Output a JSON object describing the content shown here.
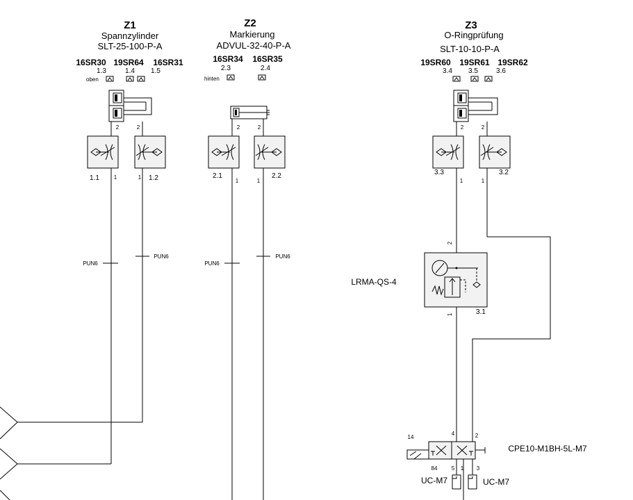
{
  "zones": [
    {
      "name": "Z1",
      "description": "Spannzylinder",
      "type": "SLT-25-100-P-A",
      "sensors": [
        {
          "tag": "16SR30",
          "pos": "1.3"
        },
        {
          "tag": "19SR64",
          "pos": "1.4"
        },
        {
          "tag": "16SR31",
          "pos": "1.5"
        }
      ],
      "end_label": "oben",
      "ports": {
        "a": "2",
        "b": "2",
        "c": "1",
        "d": "1"
      },
      "valves": [
        "1.1",
        "1.2"
      ],
      "tubes": [
        "PUN6",
        "PUN6"
      ]
    },
    {
      "name": "Z2",
      "description": "Markierung",
      "type": "ADVUL-32-40-P-A",
      "sensors": [
        {
          "tag": "16SR34",
          "pos": "2.3"
        },
        {
          "tag": "16SR35",
          "pos": "2.4"
        }
      ],
      "end_label": "hinten",
      "ports": {
        "a": "2",
        "b": "2",
        "c": "1",
        "d": "1"
      },
      "valves": [
        "2.1",
        "2.2"
      ],
      "tubes": [
        "PUN6",
        "PUN6"
      ]
    },
    {
      "name": "Z3",
      "description": "O-Ringprüfung",
      "type": "SLT-10-10-P-A",
      "sensors": [
        {
          "tag": "19SR60",
          "pos": "3.4"
        },
        {
          "tag": "19SR61",
          "pos": "3.5"
        },
        {
          "tag": "19SR62",
          "pos": "3.6"
        }
      ],
      "ports": {
        "a": "2",
        "b": "2",
        "c": "1",
        "d": "1"
      },
      "valves": [
        "3.3",
        "3.2"
      ]
    }
  ],
  "regulator": {
    "label": "LRMA-QS-4",
    "pos": "3.1",
    "port_in": "1",
    "port_out": "2"
  },
  "main_valve": {
    "label": "CPE10-M1BH-5L-M7",
    "ports": {
      "p14": "14",
      "p4": "4",
      "p2": "2",
      "p84": "84",
      "p5": "5",
      "p1": "1",
      "p3": "3"
    }
  },
  "silencers": [
    "UC-M7",
    "UC-M7"
  ]
}
